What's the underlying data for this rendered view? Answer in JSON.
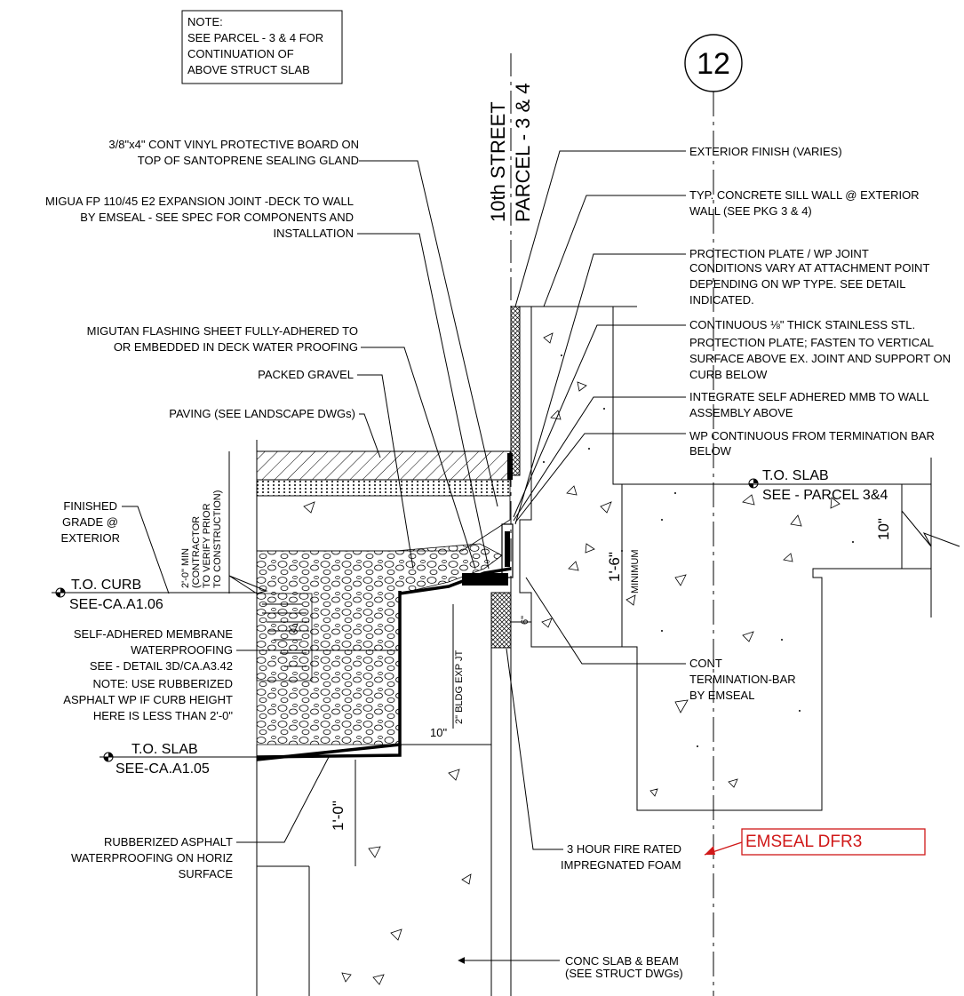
{
  "note": [
    "NOTE:",
    "SEE PARCEL - 3 & 4 FOR",
    "CONTINUATION OF",
    "ABOVE STRUCT SLAB"
  ],
  "grid_bubble": "12",
  "street": {
    "line1": "10th STREET",
    "line2": "PARCEL - 3 & 4"
  },
  "labels_left": {
    "vinyl_board": [
      "3/8\"x4\" CONT VINYL PROTECTIVE BOARD ON",
      "TOP OF SANTOPRENE SEALING GLAND"
    ],
    "migua": [
      "MIGUA FP 110/45 E2 EXPANSION JOINT -DECK TO WALL",
      "BY EMSEAL - SEE SPEC FOR COMPONENTS AND",
      "INSTALLATION"
    ],
    "migutan": [
      "MIGUTAN FLASHING SHEET FULLY-ADHERED TO",
      "OR EMBEDDED IN DECK WATER PROOFING"
    ],
    "gravel": "PACKED GRAVEL",
    "paving": "PAVING (SEE LANDSCAPE DWGs)",
    "finished_grade": [
      "FINISHED",
      "GRADE @",
      "EXTERIOR"
    ],
    "curb_min": [
      "2'-0\" MIN",
      "(CONTRACTOR",
      "TO VERIFY PRIOR",
      "TO CONSTRUCTION)"
    ],
    "membrane": [
      "SELF-ADHERED MEMBRANE",
      "WATERPROOFING",
      "SEE - DETAIL 3D/CA.A3.42"
    ],
    "membrane_note": [
      "NOTE: USE RUBBERIZED",
      "ASPHALT WP IF CURB HEIGHT",
      "HERE IS LESS THAN 2'-0\""
    ],
    "rubberized": [
      "RUBBERIZED ASPHALT",
      "WATERPROOFING ON HORIZ",
      "SURFACE"
    ]
  },
  "labels_right": {
    "exterior_finish": "EXTERIOR FINISH (VARIES)",
    "sill_wall": [
      "TYP. CONCRETE SILL WALL @ EXTERIOR",
      "WALL (SEE PKG 3 & 4)"
    ],
    "protection_plate": [
      "PROTECTION PLATE / WP JOINT",
      "CONDITIONS VARY AT ATTACHMENT POINT",
      "DEPENDING ON  WP TYPE. SEE DETAIL",
      "INDICATED."
    ],
    "stainless": [
      "CONTINUOUS ⅛\" THICK STAINLESS STL.",
      "PROTECTION PLATE; FASTEN TO VERTICAL",
      "SURFACE ABOVE EX. JOINT AND SUPPORT ON",
      "CURB BELOW"
    ],
    "integrate": [
      "INTEGRATE SELF ADHERED MMB TO WALL",
      "ASSEMBLY ABOVE"
    ],
    "wp_continuous": [
      "WP CONTINUOUS FROM TERMINATION BAR",
      "BELOW"
    ],
    "termination_bar": [
      "CONT",
      "TERMINATION-BAR",
      "BY EMSEAL"
    ],
    "fire_foam": [
      "3 HOUR FIRE RATED",
      "IMPREGNATED FOAM"
    ],
    "conc_slab": [
      "CONC SLAB & BEAM",
      "(SEE STRUCT DWGs)"
    ]
  },
  "elevations": {
    "curb": {
      "title": "T.O. CURB",
      "ref": "SEE-CA.A1.06"
    },
    "slab_left": {
      "title": "T.O. SLAB",
      "ref": "SEE-CA.A1.05"
    },
    "slab_right": {
      "title": "T.O. SLAB",
      "ref": "SEE - PARCEL 3&4"
    }
  },
  "dimensions": {
    "d1_6": "1'-6\"",
    "minimum": "MINIMUM",
    "d10_right": "10\"",
    "d6": "6\"",
    "bldg_exp": "2\" BLDG EXP JT",
    "d10_bottom": "10\"",
    "d1_0": "1'-0\""
  },
  "callout": {
    "text": "EMSEAL DFR3",
    "color": "#d01818"
  }
}
